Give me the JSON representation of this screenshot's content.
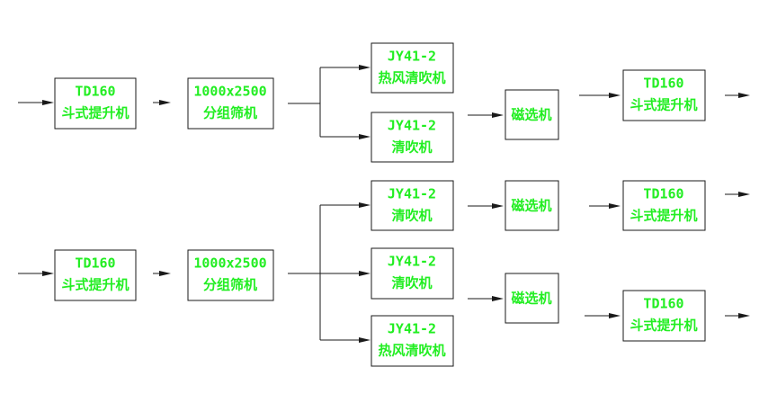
{
  "colors": {
    "label": "#22ee22",
    "line": "#1a1a1a",
    "background": "#ffffff"
  },
  "nodes": {
    "elev_in_top": {
      "line1": "TD160",
      "line2": "斗式提升机"
    },
    "screen_top": {
      "line1": "1000x2500",
      "line2": "分组筛机"
    },
    "hotair_top": {
      "line1": "JY41-2",
      "line2": "热风清吹机"
    },
    "blower_top": {
      "line1": "JY41-2",
      "line2": "清吹机"
    },
    "mag_top": {
      "line1": "磁选机"
    },
    "elev_out_top": {
      "line1": "TD160",
      "line2": "斗式提升机"
    },
    "elev_in_bot": {
      "line1": "TD160",
      "line2": "斗式提升机"
    },
    "screen_bot": {
      "line1": "1000x2500",
      "line2": "分组筛机"
    },
    "blower_bot_1": {
      "line1": "JY41-2",
      "line2": "清吹机"
    },
    "blower_bot_2": {
      "line1": "JY41-2",
      "line2": "清吹机"
    },
    "hotair_bot": {
      "line1": "JY41-2",
      "line2": "热风清吹机"
    },
    "mag_bot_1": {
      "line1": "磁选机"
    },
    "mag_bot_2": {
      "line1": "磁选机"
    },
    "elev_out_bot_1": {
      "line1": "TD160",
      "line2": "斗式提升机"
    },
    "elev_out_bot_2": {
      "line1": "TD160",
      "line2": "斗式提升机"
    }
  }
}
